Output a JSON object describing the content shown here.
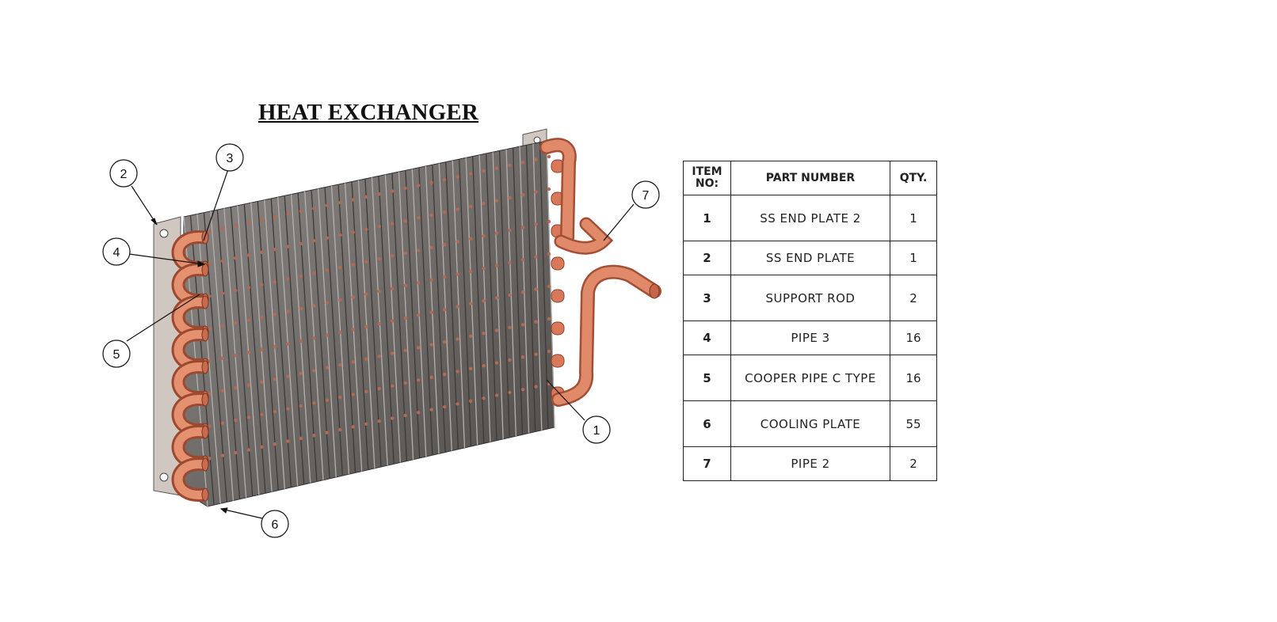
{
  "title": "HEAT EXCHANGER",
  "callouts": [
    {
      "label": "1",
      "item": 1
    },
    {
      "label": "2",
      "item": 2
    },
    {
      "label": "3",
      "item": 3
    },
    {
      "label": "4",
      "item": 4
    },
    {
      "label": "5",
      "item": 5
    },
    {
      "label": "6",
      "item": 6
    },
    {
      "label": "7",
      "item": 7
    }
  ],
  "bom": {
    "headers": {
      "item": "ITEM NO:",
      "part": "PART NUMBER",
      "qty": "QTY."
    },
    "rows": [
      {
        "item": "1",
        "part": "SS END PLATE 2",
        "qty": "1"
      },
      {
        "item": "2",
        "part": "SS END PLATE",
        "qty": "1"
      },
      {
        "item": "3",
        "part": "SUPPORT ROD",
        "qty": "2"
      },
      {
        "item": "4",
        "part": "PIPE 3",
        "qty": "16"
      },
      {
        "item": "5",
        "part": "COOPER PIPE C TYPE",
        "qty": "16"
      },
      {
        "item": "6",
        "part": "COOLING PLATE",
        "qty": "55"
      },
      {
        "item": "7",
        "part": "PIPE 2",
        "qty": "2"
      }
    ]
  },
  "colors": {
    "copper": "#d9785a",
    "copper_dark": "#a24f35",
    "fin": "#6f6c69",
    "plate": "#cfc7c0"
  }
}
